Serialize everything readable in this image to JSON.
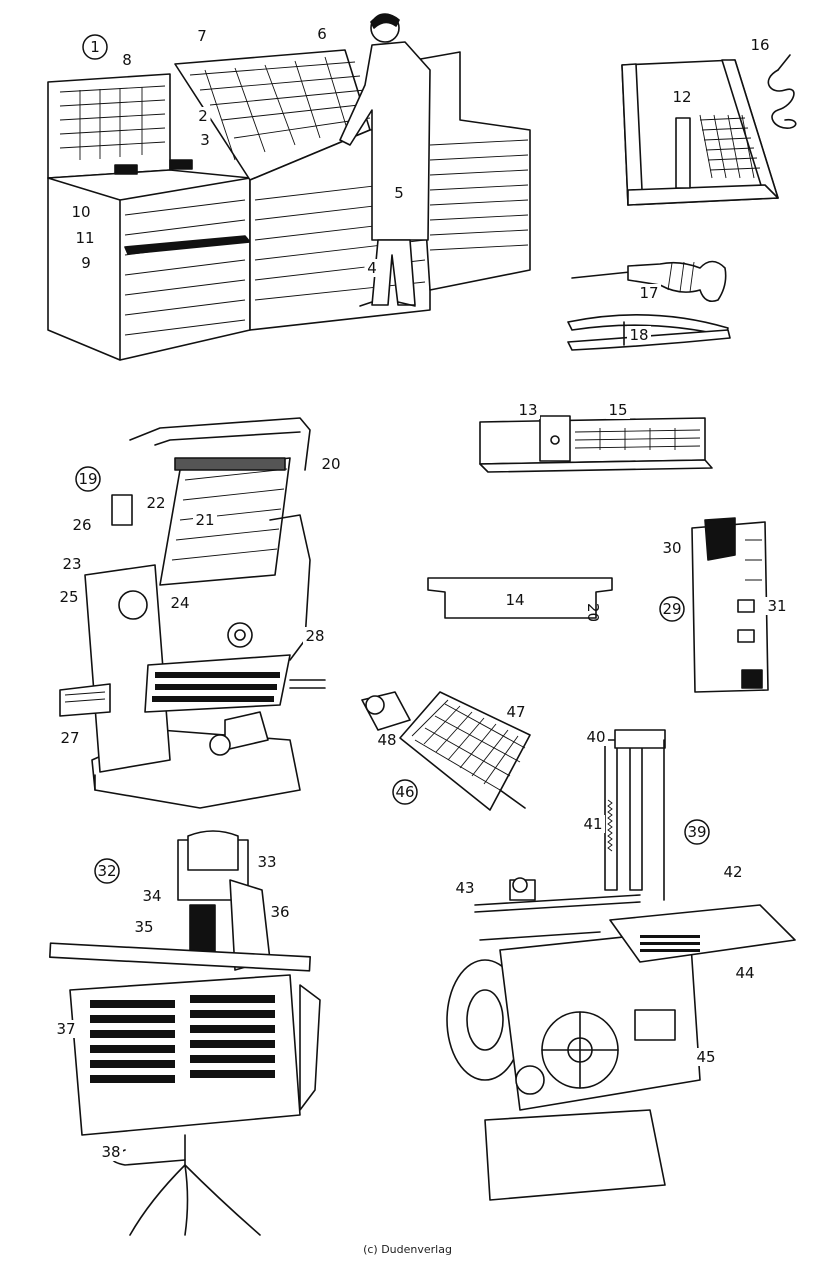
{
  "labels": [
    "1",
    "2",
    "3",
    "4",
    "5",
    "6",
    "7",
    "8",
    "9",
    "10",
    "11",
    "12",
    "13",
    "14",
    "15",
    "16",
    "17",
    "18",
    "19",
    "20",
    "21",
    "22",
    "23",
    "24",
    "25",
    "26",
    "27",
    "28",
    "29",
    "30",
    "31",
    "32",
    "33",
    "34",
    "35",
    "36",
    "37",
    "38",
    "39",
    "40",
    "41",
    "42",
    "43",
    "44",
    "45",
    "46",
    "47",
    "48"
  ],
  "circled": [
    "1",
    "19",
    "29",
    "32",
    "39",
    "46"
  ],
  "tray_text": "20",
  "credit": "(c) Dudenverlag"
}
